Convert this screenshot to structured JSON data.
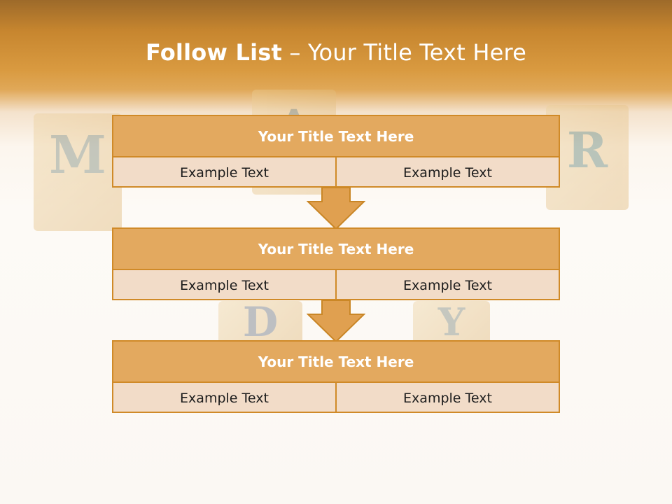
{
  "slide": {
    "title_bold": "Follow List",
    "title_rest": " – Your Title Text Here"
  },
  "steps": [
    {
      "title": "Your Title Text Here",
      "left": "Example Text",
      "right": "Example Text"
    },
    {
      "title": "Your Title Text Here",
      "left": "Example Text",
      "right": "Example Text"
    },
    {
      "title": "Your Title Text Here",
      "left": "Example Text",
      "right": "Example Text"
    }
  ],
  "background": {
    "block_letters": [
      "M",
      "A",
      "R",
      "D",
      "Y"
    ]
  },
  "colors": {
    "header_band": "#d99a40",
    "box_header": "#e3a95f",
    "box_body": "#f2dcc8",
    "border": "#d08a28",
    "arrow": "#e0a050"
  }
}
